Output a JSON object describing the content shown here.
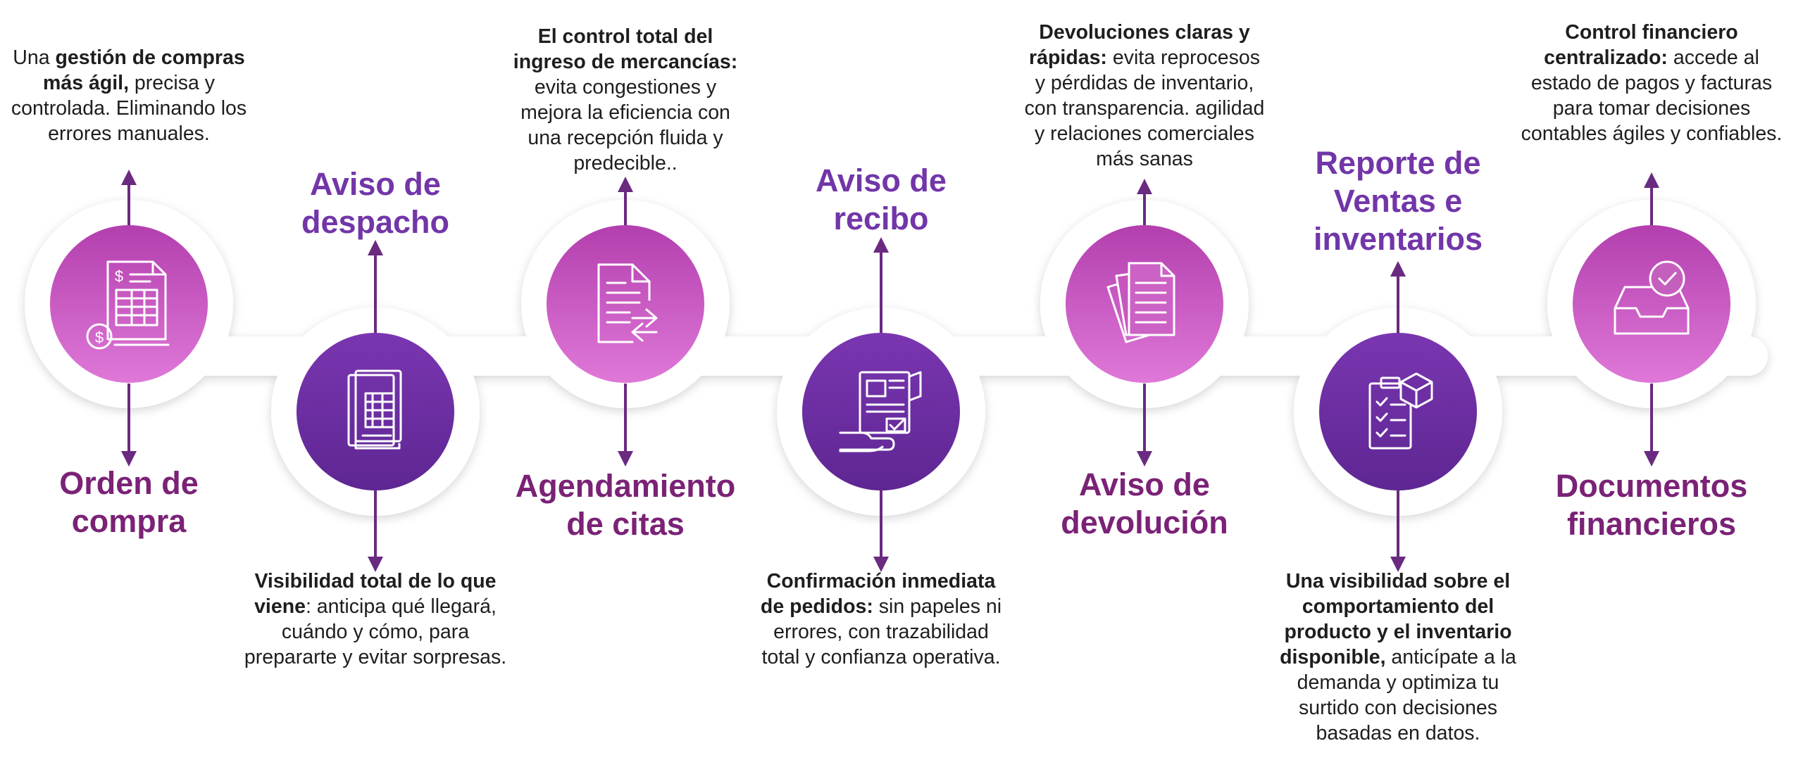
{
  "steps": [
    {
      "title_lines": [
        "Orden de",
        "compra"
      ],
      "icon": "invoice-icon",
      "variant": "pink",
      "desc": [
        {
          "t": "Una ",
          "b": false
        },
        {
          "t": "gestión de compras más ágil,",
          "b": true
        },
        {
          "t": " precisa y controlada. Eliminando los errores manuales.",
          "b": false
        }
      ]
    },
    {
      "title_lines": [
        "Aviso de",
        "despacho"
      ],
      "icon": "dispatch-document-icon",
      "variant": "purple",
      "desc": [
        {
          "t": "Visibilidad total de lo que viene",
          "b": true
        },
        {
          "t": ": anticipa qué llegará, cuándo y cómo, para prepararte y evitar sorpresas.",
          "b": false
        }
      ]
    },
    {
      "title_lines": [
        "Agendamiento",
        "de citas"
      ],
      "icon": "document-transfer-icon",
      "variant": "pink",
      "desc": [
        {
          "t": "El control total del ingreso de mercancías:",
          "b": true
        },
        {
          "t": " evita congestiones y mejora la eficiencia con una recepción fluida y predecible..",
          "b": false
        }
      ]
    },
    {
      "title_lines": [
        "Aviso de",
        "recibo"
      ],
      "icon": "receipt-confirmation-icon",
      "variant": "purple",
      "desc": [
        {
          "t": "Confirmación inmediata de pedidos:",
          "b": true
        },
        {
          "t": " sin papeles ni errores, con trazabilidad total y confianza operativa.",
          "b": false
        }
      ]
    },
    {
      "title_lines": [
        "Aviso de",
        "devolución"
      ],
      "icon": "stacked-documents-icon",
      "variant": "pink",
      "desc": [
        {
          "t": "Devoluciones claras y rápidas:",
          "b": true
        },
        {
          "t": " evita reprocesos y pérdidas de inventario, con transparencia. agilidad y relaciones comerciales más sanas",
          "b": false
        }
      ]
    },
    {
      "title_lines": [
        "Reporte de",
        "Ventas e",
        "inventarios"
      ],
      "icon": "inventory-checklist-icon",
      "variant": "purple",
      "desc": [
        {
          "t": "Una visibilidad sobre el comportamiento del producto y el inventario disponible,",
          "b": true
        },
        {
          "t": " anticípate a la demanda y optimiza tu surtido con decisiones basadas en datos.",
          "b": false
        }
      ]
    },
    {
      "title_lines": [
        "Documentos",
        "financieros"
      ],
      "icon": "inbox-check-icon",
      "variant": "pink",
      "desc": [
        {
          "t": "Control financiero centralizado:",
          "b": true
        },
        {
          "t": " accede al estado de pagos y facturas para tomar decisiones contables ágiles y confiables.",
          "b": false
        }
      ]
    }
  ],
  "colors": {
    "pink_top": "#b33fae",
    "pink_bottom": "#df78d8",
    "purple": "#6d2fa3",
    "dark_title": "#7a2276",
    "purple_title": "#7236a8",
    "arrow": "#6a2a80"
  }
}
